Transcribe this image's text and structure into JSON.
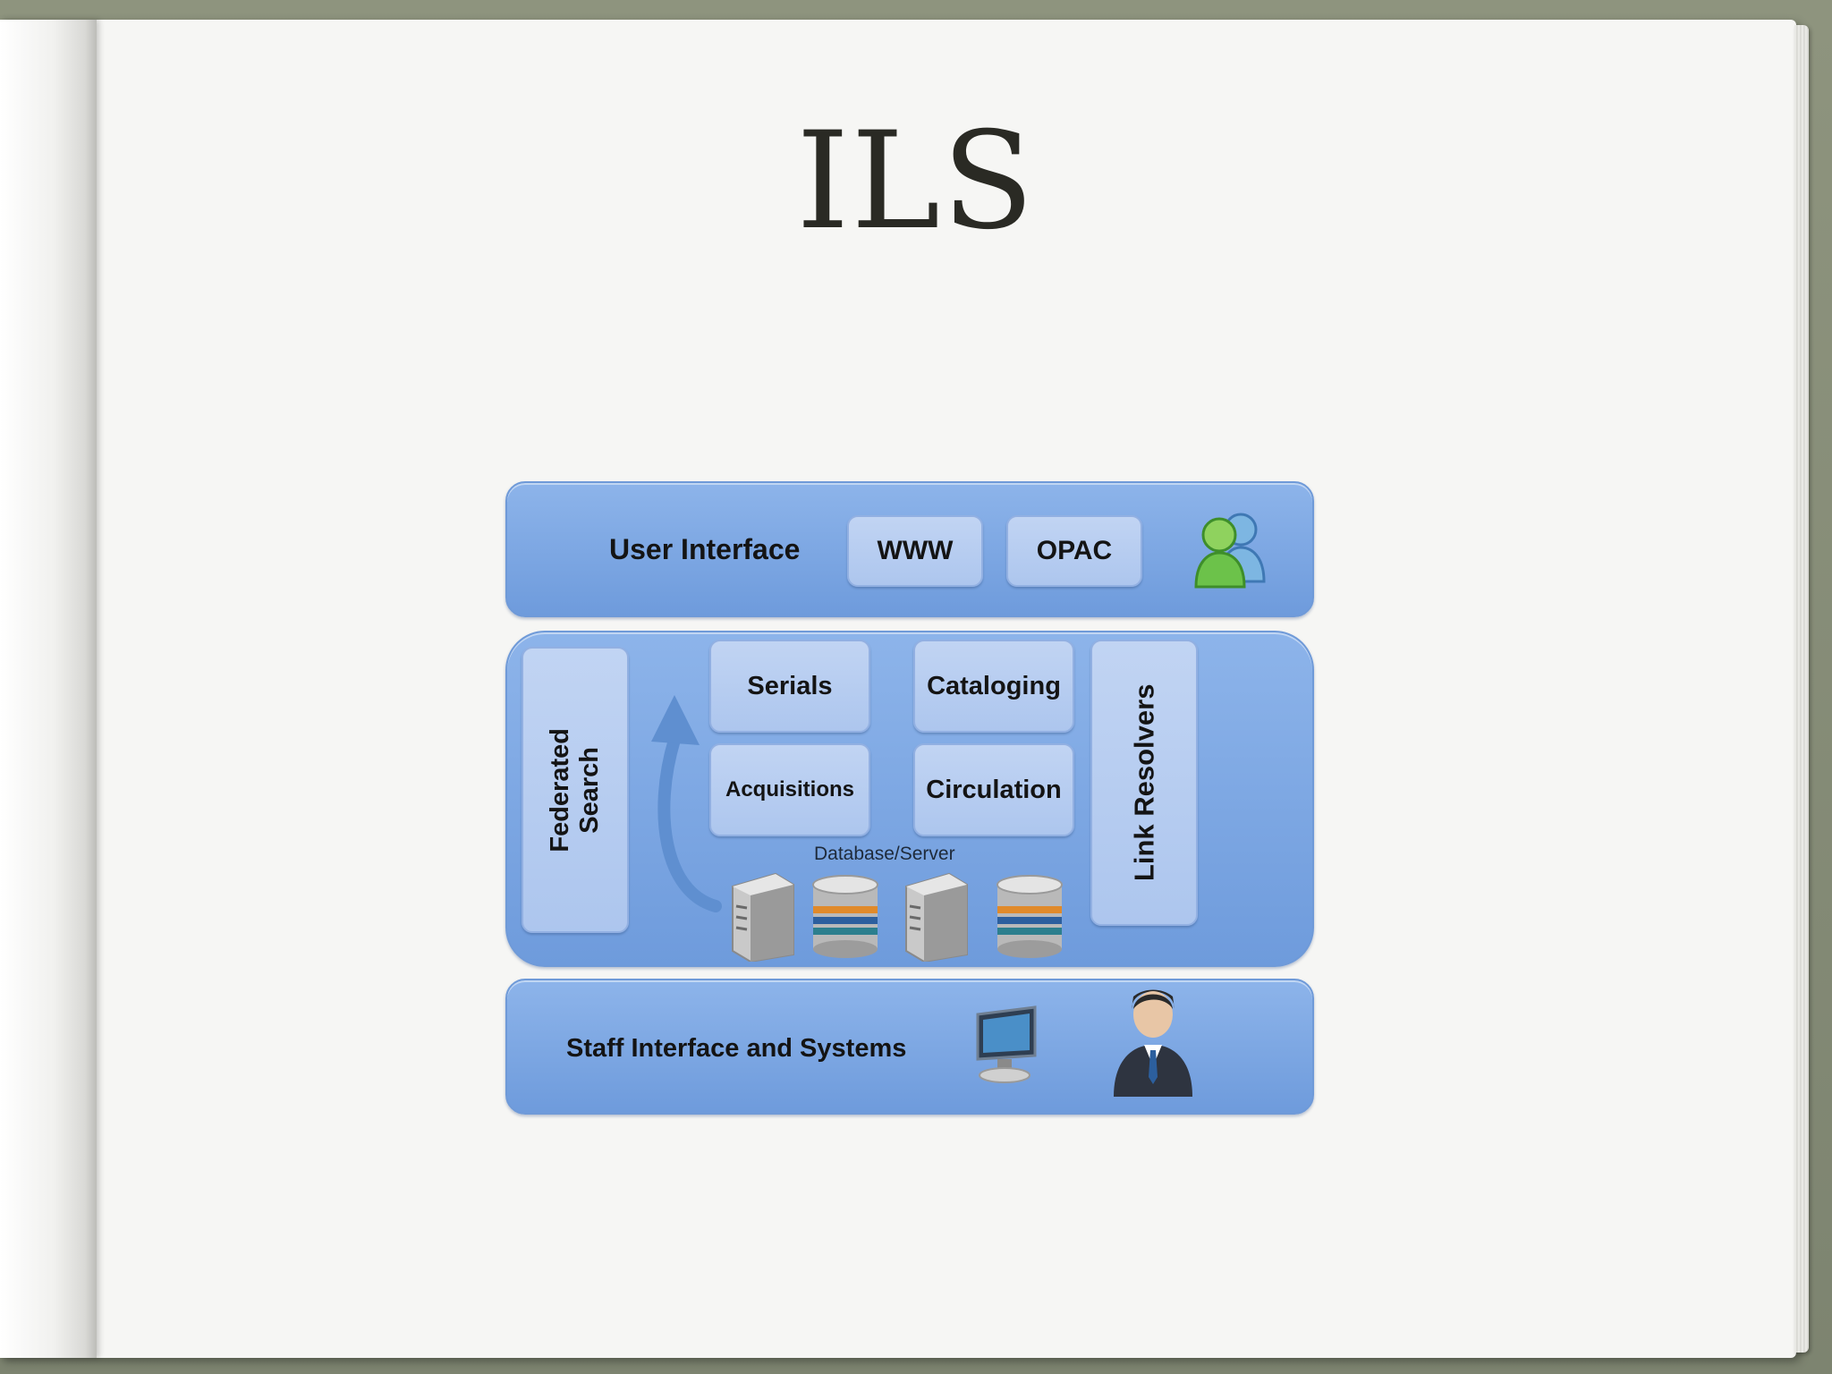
{
  "slide": {
    "title": "ILS"
  },
  "diagram": {
    "user_interface": {
      "label": "User Interface",
      "items": [
        "WWW",
        "OPAC"
      ],
      "icon": "users-icon"
    },
    "core": {
      "federated_search": [
        "Federated",
        "Search"
      ],
      "modules": [
        "Serials",
        "Cataloging",
        "Acquisitions",
        "Circulation"
      ],
      "database_label": "Database/Server",
      "link_resolvers": "Link Resolvers"
    },
    "staff": {
      "label": "Staff Interface and Systems",
      "icons": [
        "monitor-icon",
        "staff-person-icon"
      ]
    }
  },
  "colors": {
    "panel": "#7aa6e2",
    "box": "#b8cef1",
    "title": "#2a2a24"
  }
}
